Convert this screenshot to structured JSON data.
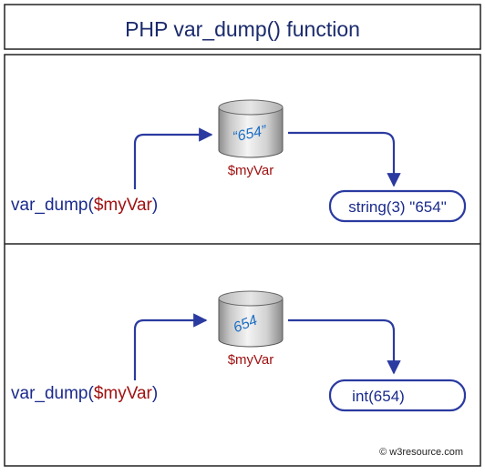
{
  "title": "PHP var_dump() function",
  "panels": [
    {
      "call_prefix": "var_dump(",
      "call_arg": "$myVar",
      "call_suffix": ")",
      "cylinder_value": "“654”",
      "variable_name": "$myVar",
      "output": "string(3) \"654\""
    },
    {
      "call_prefix": "var_dump(",
      "call_arg": "$myVar",
      "call_suffix": ")",
      "cylinder_value": "654",
      "variable_name": "$myVar",
      "output": "int(654)"
    }
  ],
  "footer": "© w3resource.com",
  "colors": {
    "title_text": "#1a2a6c",
    "call_text": "#1a2a8c",
    "variable_text": "#a01010",
    "arrow": "#2a3aa0",
    "cylinder_value": "#1e6fc4",
    "border": "#222222"
  }
}
